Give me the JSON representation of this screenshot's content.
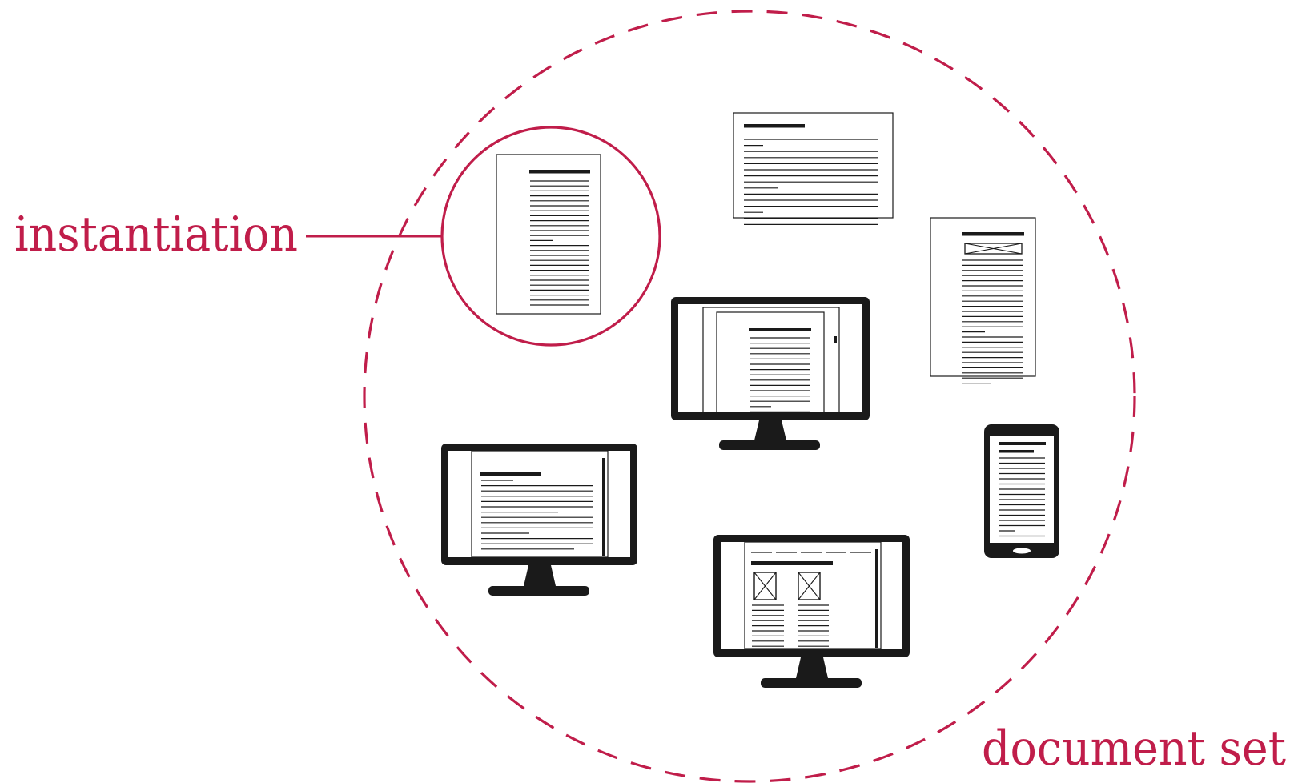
{
  "labels": {
    "instantiation": "instantiation",
    "document_set": "document set"
  },
  "colors": {
    "accent": "#c01d4a",
    "ink": "#1a1a1a",
    "paper": "#ffffff"
  },
  "elements": [
    {
      "kind": "paper-portrait",
      "name": "highlighted-instantiation-page"
    },
    {
      "kind": "paper-landscape",
      "name": "landscape-printout"
    },
    {
      "kind": "paper-portrait-image",
      "name": "portrait-page-with-image"
    },
    {
      "kind": "monitor",
      "name": "monitor-centered-column"
    },
    {
      "kind": "monitor",
      "name": "monitor-wide-text"
    },
    {
      "kind": "monitor",
      "name": "monitor-two-column-images"
    },
    {
      "kind": "phone",
      "name": "phone-document"
    }
  ]
}
